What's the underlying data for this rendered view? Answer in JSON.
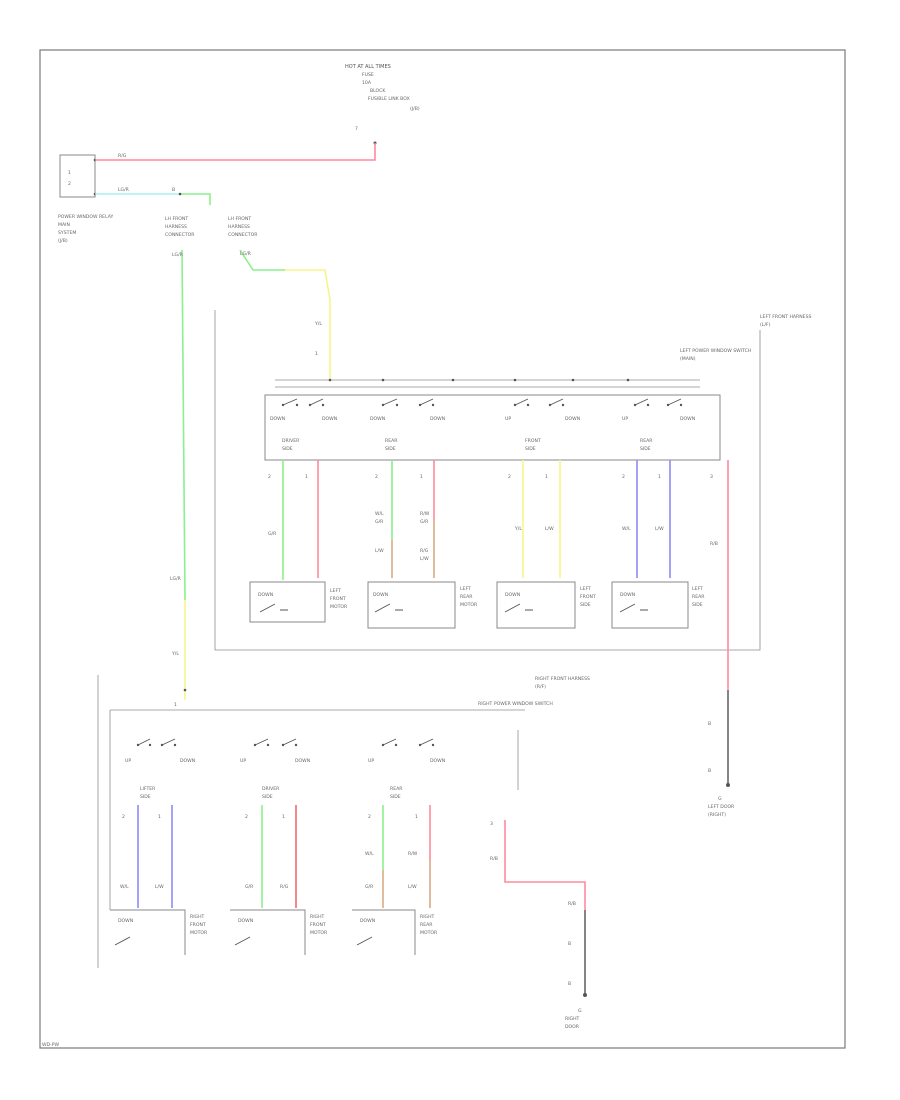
{
  "wire_colors": {
    "red": "#ff8a9c",
    "lightblue": "#a8f0f4",
    "green": "#8cf08c",
    "yellow": "#f6f58a",
    "blue": "#8c8cf6",
    "darkred": "#f06a6a",
    "brown": "#d8aa86",
    "black": "#333333"
  },
  "labels": {
    "hot_at_all_times": "HOT AT ALL TIMES",
    "fuse_block": "FUSIBLE LINK BOX",
    "relay": "POWER WINDOW RELAY",
    "left_harness": "LEFT FRONT HARNESS",
    "left_switch": "LEFT POWER WINDOW SWITCH",
    "right_harness": "RIGHT FRONT HARNESS",
    "right_switch": "RIGHT POWER WINDOW SWITCH",
    "ground_left": "G",
    "ground_right": "G",
    "footer": "WD-PW"
  }
}
